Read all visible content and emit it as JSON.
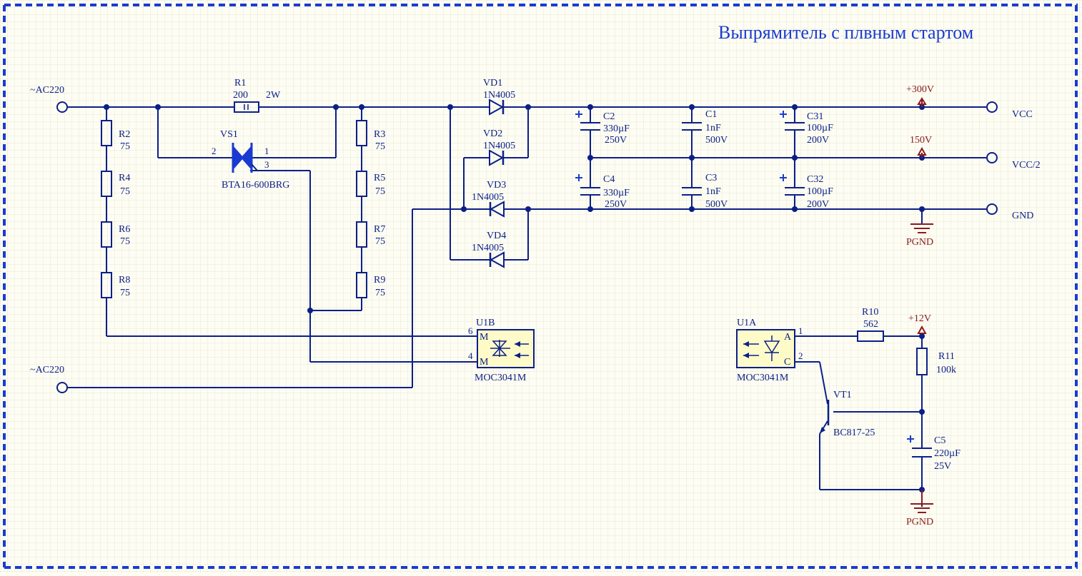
{
  "title": "Выпрямитель с плвным стартом",
  "colors": {
    "wire": "#0b1f88",
    "power": "#8b1a1a",
    "border": "#1a3bd1",
    "ic_fill": "#fffbc8",
    "triac": "#1a3bd1"
  },
  "ports": {
    "ac_top": "~AC220",
    "ac_bottom": "~AC220",
    "vcc": "VCC",
    "vcc2": "VCC/2",
    "gnd": "GND"
  },
  "power": {
    "p300": "+300V",
    "p150": "150V",
    "p12": "+12V",
    "pgnd1": "PGND",
    "pgnd2": "PGND"
  },
  "components": {
    "R1": {
      "ref": "R1",
      "value": "200",
      "extra": "2W"
    },
    "R2": {
      "ref": "R2",
      "value": "75"
    },
    "R4": {
      "ref": "R4",
      "value": "75"
    },
    "R6": {
      "ref": "R6",
      "value": "75"
    },
    "R8": {
      "ref": "R8",
      "value": "75"
    },
    "R3": {
      "ref": "R3",
      "value": "75"
    },
    "R5": {
      "ref": "R5",
      "value": "75"
    },
    "R7": {
      "ref": "R7",
      "value": "75"
    },
    "R9": {
      "ref": "R9",
      "value": "75"
    },
    "R10": {
      "ref": "R10",
      "value": "562"
    },
    "R11": {
      "ref": "R11",
      "value": "100k"
    },
    "VS1": {
      "ref": "VS1",
      "value": "BTA16-600BRG",
      "pin1": "1",
      "pin2": "2",
      "pin3": "3"
    },
    "VD1": {
      "ref": "VD1",
      "value": "1N4005"
    },
    "VD2": {
      "ref": "VD2",
      "value": "1N4005"
    },
    "VD3": {
      "ref": "VD3",
      "value": "1N4005"
    },
    "VD4": {
      "ref": "VD4",
      "value": "1N4005"
    },
    "C1": {
      "ref": "C1",
      "value": "1nF",
      "voltage": "500V"
    },
    "C2": {
      "ref": "C2",
      "value": "330µF",
      "voltage": "250V"
    },
    "C3": {
      "ref": "C3",
      "value": "1nF",
      "voltage": "500V"
    },
    "C4": {
      "ref": "C4",
      "value": "330µF",
      "voltage": "250V"
    },
    "C31": {
      "ref": "C31",
      "value": "100µF",
      "voltage": "200V"
    },
    "C32": {
      "ref": "C32",
      "value": "100µF",
      "voltage": "200V"
    },
    "C5": {
      "ref": "C5",
      "value": "220µF",
      "voltage": "25V"
    },
    "U1B": {
      "ref": "U1B",
      "value": "MOC3041M",
      "pin6": "6",
      "pin4": "4",
      "m_top": "M",
      "m_bottom": "M"
    },
    "U1A": {
      "ref": "U1A",
      "value": "MOC3041M",
      "pin1": "1",
      "pin2": "2",
      "a": "A",
      "c": "C"
    },
    "VT1": {
      "ref": "VT1",
      "value": "BC817-25"
    }
  }
}
